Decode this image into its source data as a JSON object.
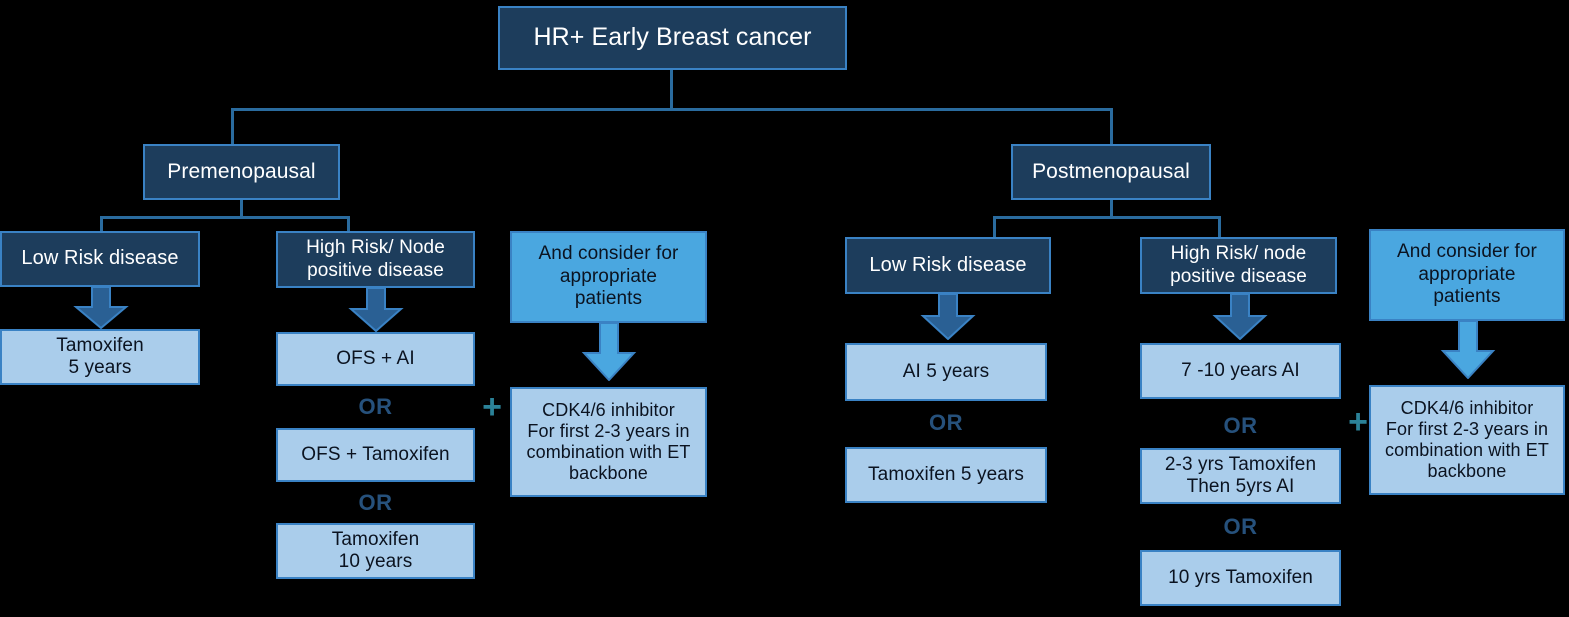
{
  "diagram": {
    "title_node": {
      "label": "HR+ Early Breast cancer"
    },
    "branches": [
      {
        "id": "premenopausal",
        "label": "Premenopausal",
        "columns": [
          {
            "id": "pre-low-risk",
            "header": "Low Risk disease",
            "options": [
              "Tamoxifen\n5 years"
            ],
            "separators": []
          },
          {
            "id": "pre-high-risk",
            "header": "High Risk/ Node\npositive disease",
            "options": [
              "OFS + AI",
              "OFS + Tamoxifen",
              "Tamoxifen\n10 years"
            ],
            "separators": [
              "OR",
              "OR"
            ]
          },
          {
            "id": "pre-consider",
            "header": "And consider for\nappropriate\npatients",
            "options": [
              "CDK4/6 inhibitor\nFor first 2-3 years in\ncombination with ET\nbackbone"
            ],
            "separators": []
          }
        ],
        "plus_label": "+"
      },
      {
        "id": "postmenopausal",
        "label": "Postmenopausal",
        "columns": [
          {
            "id": "post-low-risk",
            "header": "Low Risk disease",
            "options": [
              "AI 5 years",
              "Tamoxifen 5 years"
            ],
            "separators": [
              "OR"
            ]
          },
          {
            "id": "post-high-risk",
            "header": "High Risk/ node\npositive disease",
            "options": [
              "7 -10  years AI",
              "2-3 yrs Tamoxifen\nThen 5yrs AI",
              "10 yrs Tamoxifen"
            ],
            "separators": [
              "OR",
              "OR"
            ]
          },
          {
            "id": "post-consider",
            "header": "And consider for\nappropriate\npatients",
            "options": [
              "CDK4/6 inhibitor\nFor first 2-3 years in\ncombination with ET\nbackbone"
            ],
            "separators": []
          }
        ],
        "plus_label": "+"
      }
    ],
    "colors": {
      "background": "#000000",
      "dark_node_fill": "#1d3d5c",
      "light_node_fill": "#aacdeb",
      "cyan_node_fill": "#4aa7e0",
      "node_border": "#3a82c4",
      "connector": "#2a6b9e",
      "dark_arrow_fill": "#2a6094",
      "cyan_arrow_fill": "#4aa7e0",
      "or_text": "#26517c",
      "plus_text": "#2b8298",
      "dark_node_text": "#ffffff",
      "light_node_text": "#0b1320"
    }
  }
}
